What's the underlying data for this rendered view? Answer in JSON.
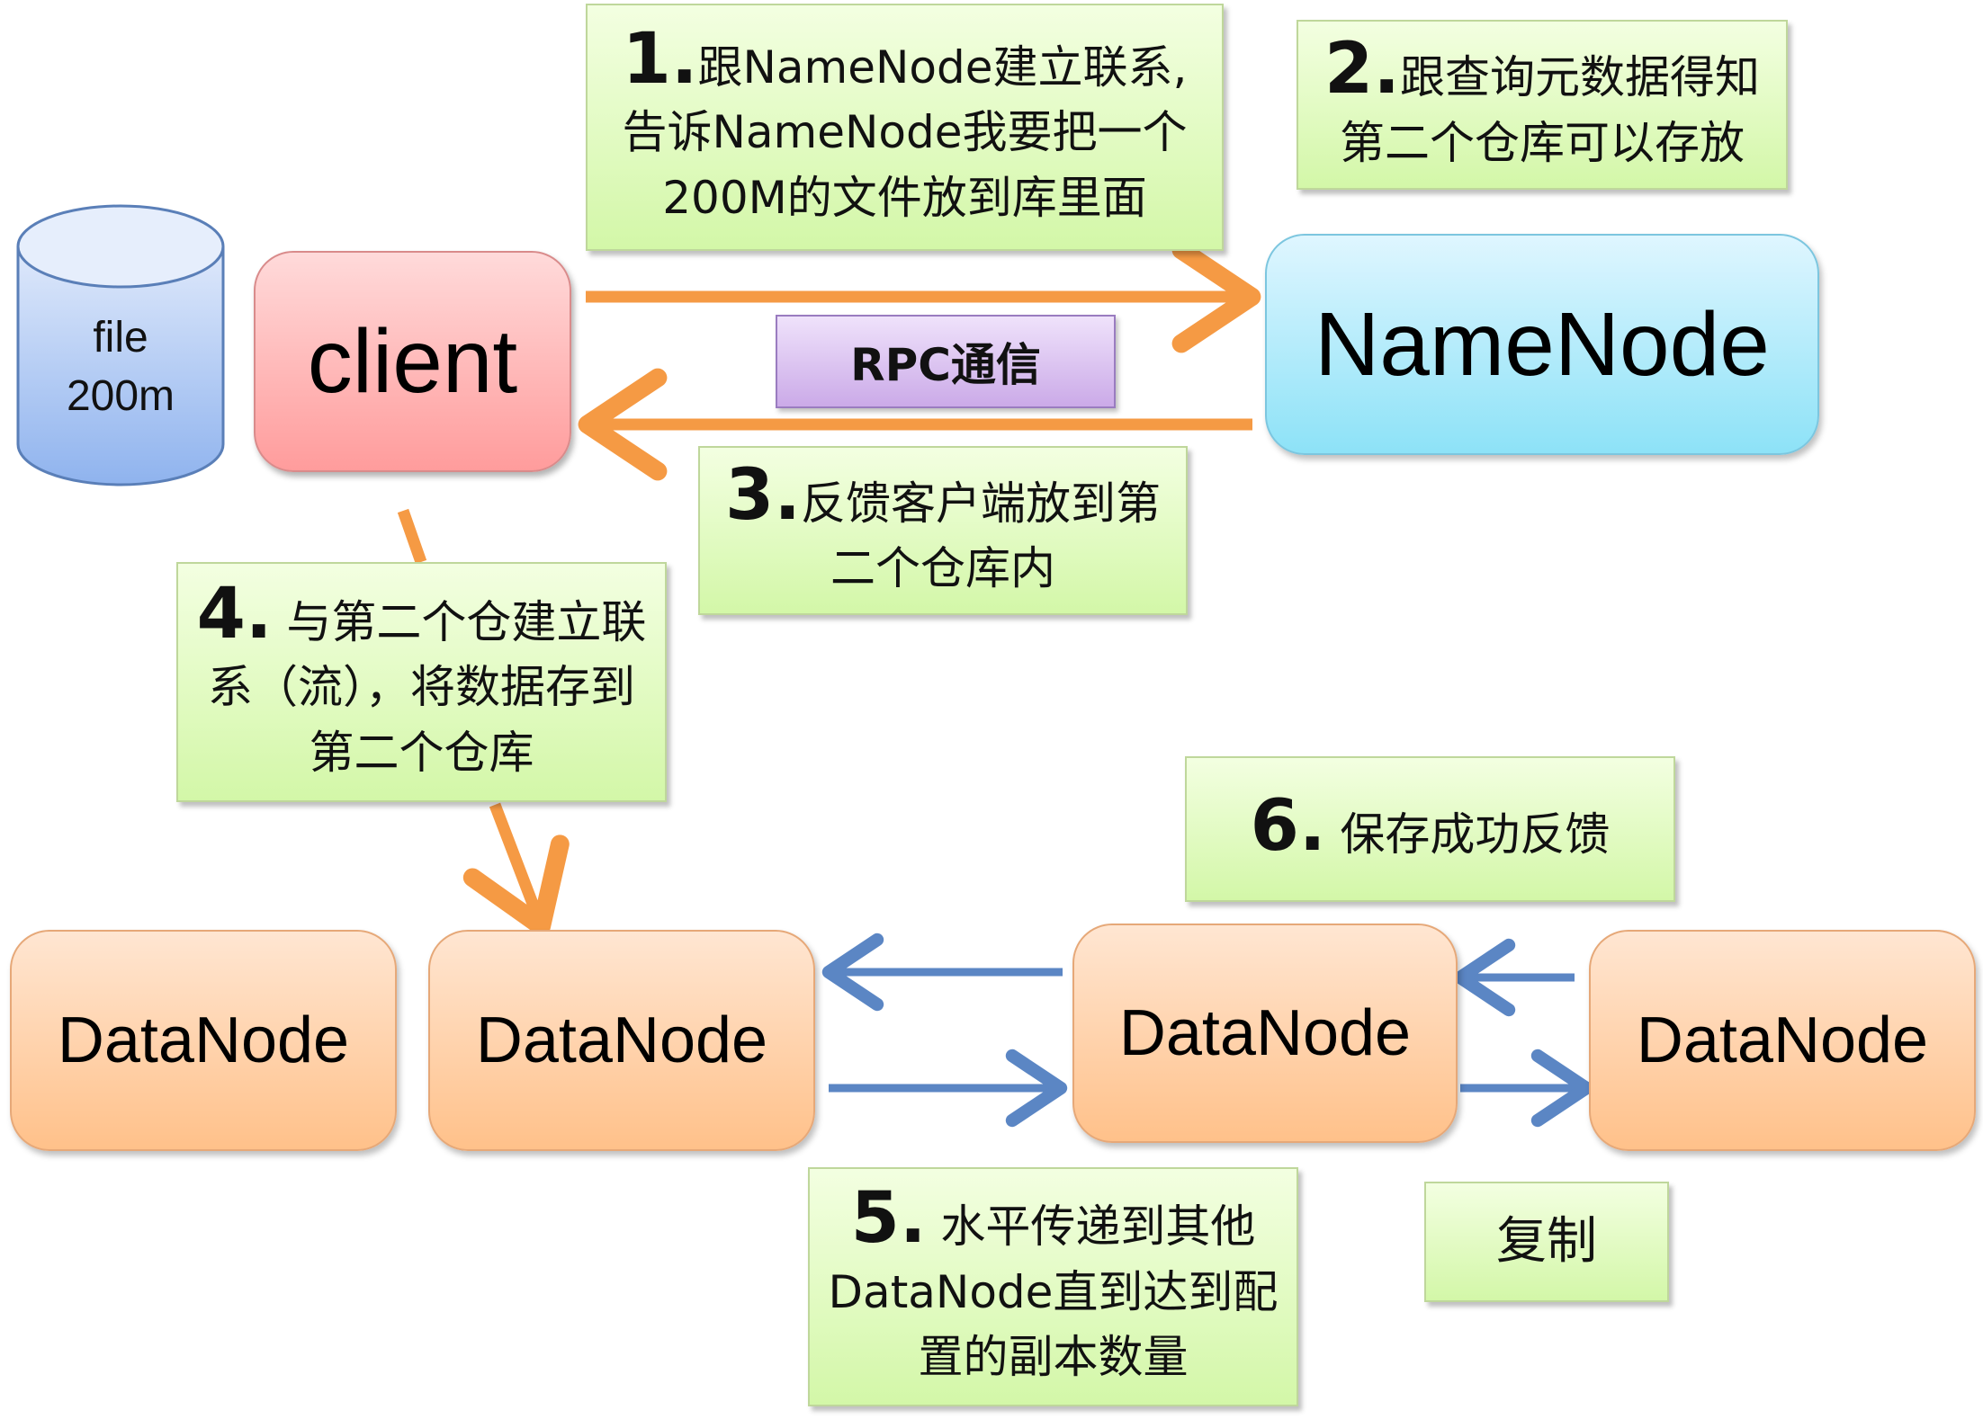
{
  "file": {
    "line1": "file",
    "line2": "200m"
  },
  "client": {
    "label": "client"
  },
  "namenode": {
    "label": "NameNode"
  },
  "rpc": {
    "label": "RPC通信"
  },
  "datanodes": [
    {
      "label": "DataNode"
    },
    {
      "label": "DataNode"
    },
    {
      "label": "DataNode"
    },
    {
      "label": "DataNode"
    }
  ],
  "notes": {
    "step1": {
      "num": "1.",
      "lines": [
        "跟NameNode建立联系,",
        "告诉NameNode我要把一个",
        "200M的文件放到库里面"
      ]
    },
    "step2": {
      "num": "2.",
      "lines": [
        "跟查询元数据得知",
        "第二个仓库可以存放"
      ]
    },
    "step3": {
      "num": "3.",
      "lines": [
        "反馈客户端放到第",
        "二个仓库内"
      ]
    },
    "step4": {
      "num": "4.",
      "lines": [
        "与第二个仓建立联",
        "系（流），将数据存到",
        "第二个仓库"
      ]
    },
    "step5": {
      "num": "5.",
      "lines": [
        "水平传递到其他",
        "DataNode直到达到配",
        "置的副本数量"
      ]
    },
    "step6": {
      "num": "6.",
      "lines": [
        "保存成功反馈"
      ]
    },
    "copy": {
      "label": "复制"
    }
  },
  "colors": {
    "orange_arrow": "#f59a44",
    "blue_arrow": "#5b86c4"
  }
}
